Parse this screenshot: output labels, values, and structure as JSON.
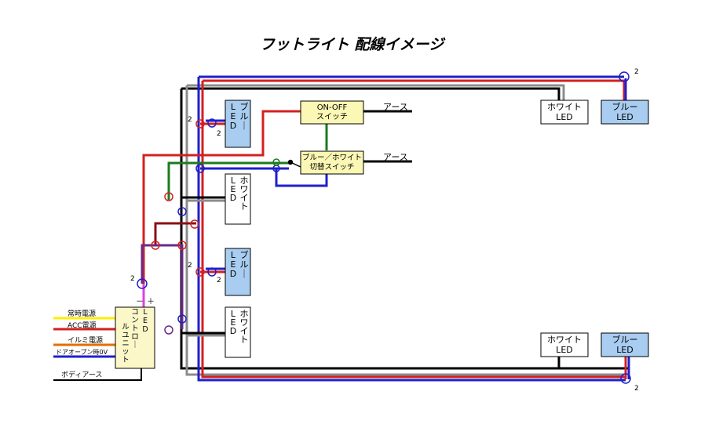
{
  "title": "フットライト 配線イメージ",
  "colors": {
    "blue_wire": "#1f1fcc",
    "red_wire": "#d42020",
    "black_wire": "#000000",
    "gray_wire": "#8c8c8c",
    "green_wire": "#1e7a1e",
    "darkred_wire": "#8b1010",
    "purple_wire": "#6a2a8c",
    "pink_wire": "#e040e0",
    "yellow_wire": "#ffee00",
    "orange_wire": "#e07000",
    "blue_led_fill": "#a8cdf0",
    "switch_fill": "#fbf7b4",
    "unit_fill": "#fbf7c8"
  },
  "switches": {
    "onoff": "ON-OFF\nスイッチ",
    "changeover": "ブルー／ホワイト\n切替スイッチ"
  },
  "ground_label": "アース",
  "leds": {
    "blue_vertical": "ブルー\nLED",
    "white_vertical": "ホワイト\nLED",
    "white_horizontal": "ホワイト\nLED",
    "blue_horizontal": "ブルー\nLED"
  },
  "control_unit": {
    "label": "LED\nコントロールユニット",
    "minus": "－",
    "plus": "＋"
  },
  "inputs": [
    {
      "label": "常時電源",
      "color": "yellow_wire"
    },
    {
      "label": "ACC電源",
      "color": "red_wire"
    },
    {
      "label": "イルミ電源",
      "color": "orange_wire"
    },
    {
      "label": "ドアオープン時0V",
      "color": "blue_wire"
    }
  ],
  "body_ground": "ボディアース",
  "count_mark": "2"
}
